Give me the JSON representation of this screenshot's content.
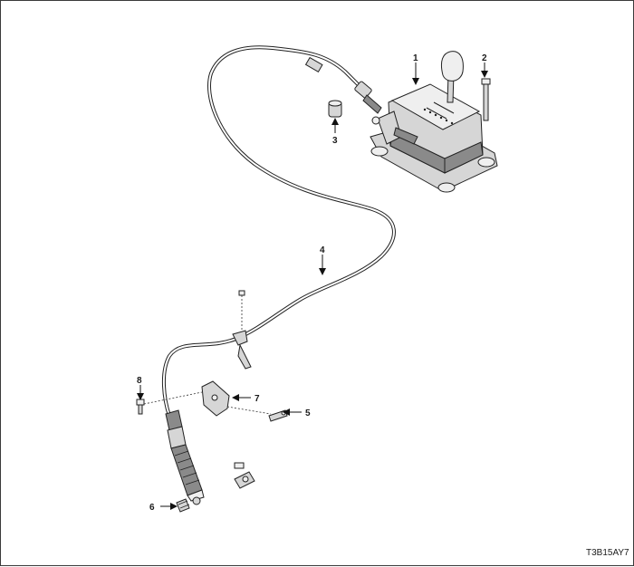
{
  "figure_code": "T3B15AY7",
  "callouts": {
    "c1": "1",
    "c2": "2",
    "c3": "3",
    "c4": "4",
    "c5": "5",
    "c6": "6",
    "c7": "7",
    "c8": "8"
  }
}
